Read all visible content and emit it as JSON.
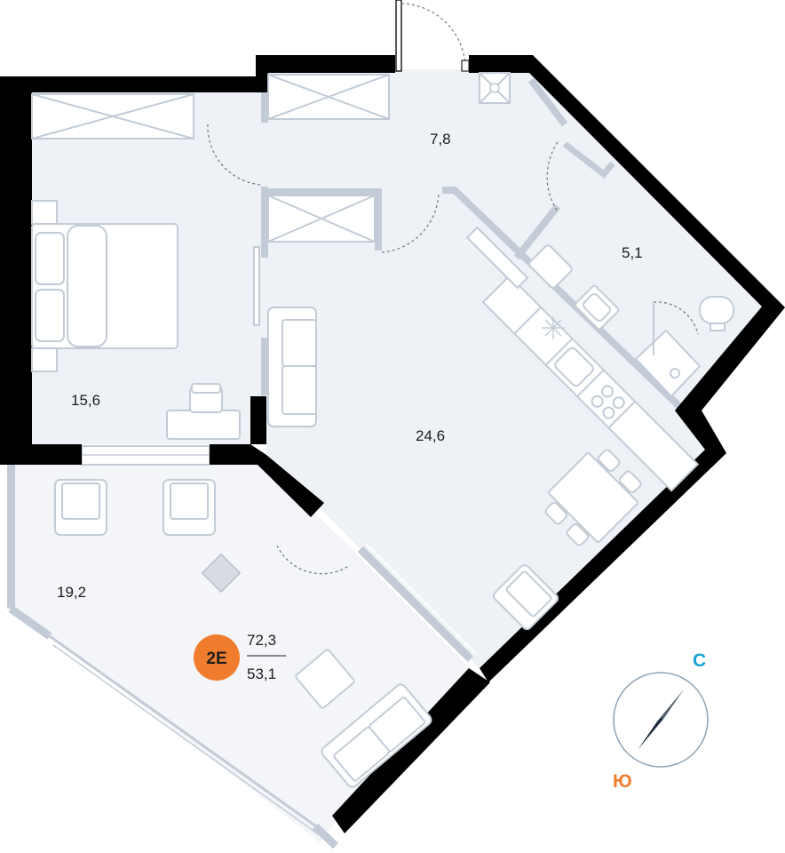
{
  "rooms": {
    "bedroom": {
      "area": "15,6"
    },
    "hall": {
      "area": "7,8"
    },
    "bathroom": {
      "area": "5,1"
    },
    "living_kitchen": {
      "area": "24,6"
    },
    "terrace": {
      "area": "19,2"
    }
  },
  "unit": {
    "badge": "2E",
    "total_area": "72,3",
    "living_area": "53,1",
    "badge_color": "#ef7d2d"
  },
  "compass": {
    "north_label": "С",
    "south_label": "Ю",
    "north_color": "#1ba3d9",
    "south_color": "#ef7d2d"
  },
  "colors": {
    "wall": "#000000",
    "floor": "#eef1f6",
    "terrace": "#f3f5f8",
    "window_frame": "#c3ccd6"
  }
}
